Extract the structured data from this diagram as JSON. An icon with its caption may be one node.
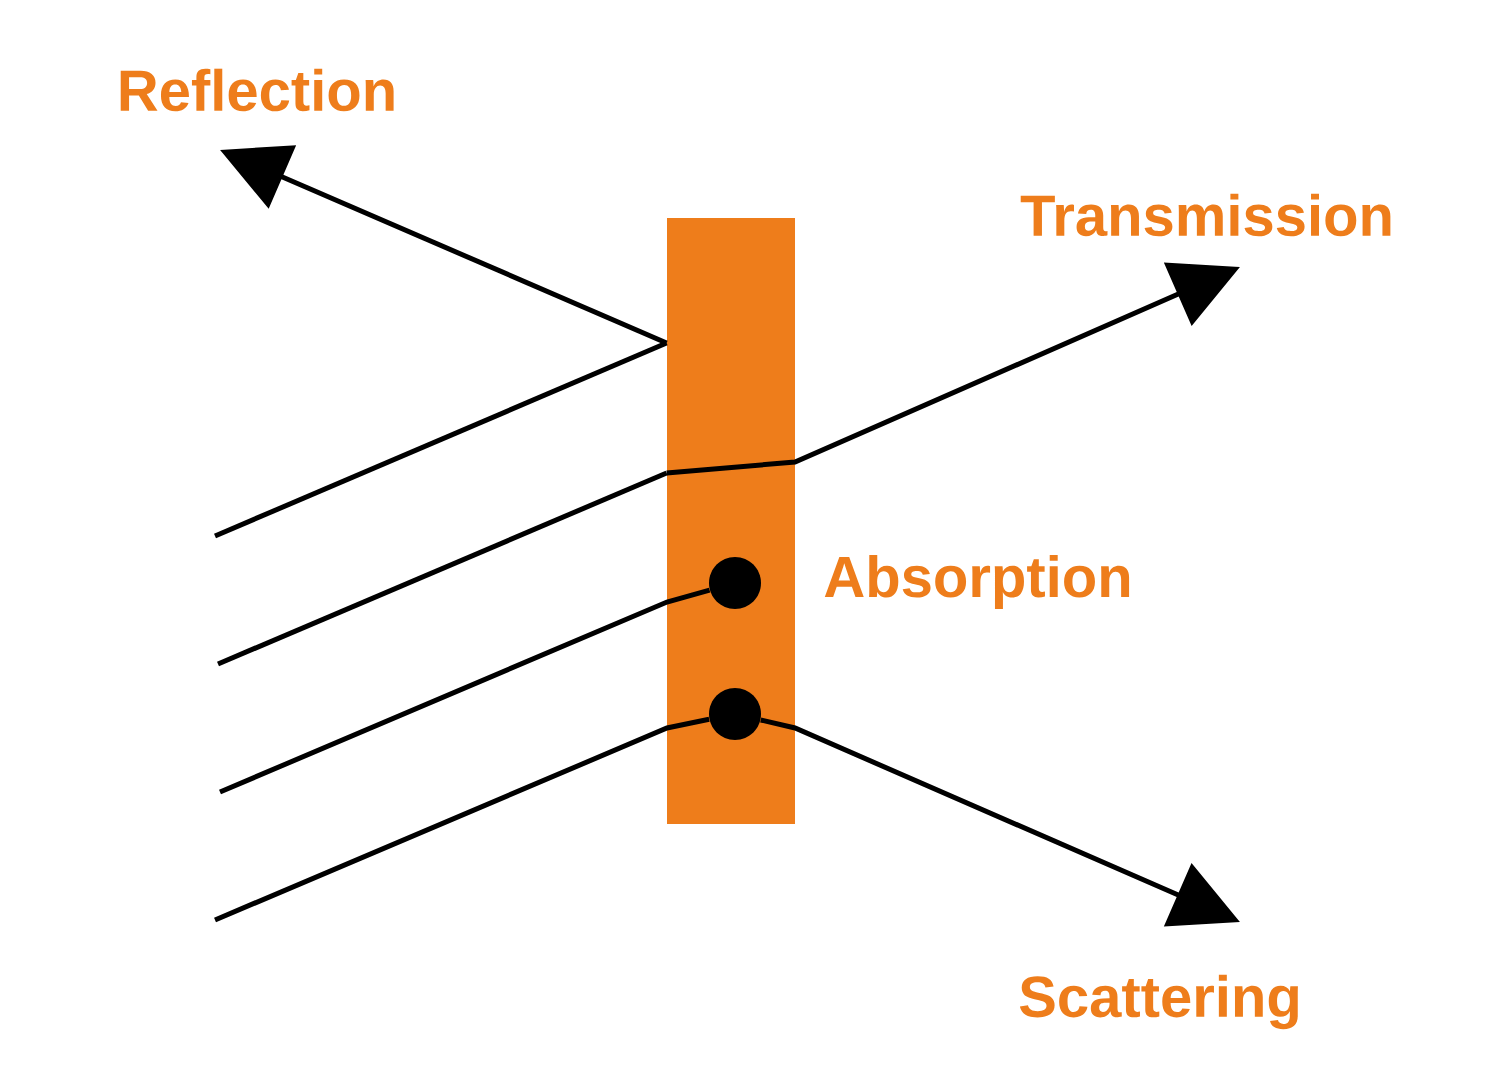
{
  "diagram": {
    "nodes": [
      {
        "text": [],
        "shape": "bar"
      },
      {
        "text": [],
        "shape": "circle",
        "in": 0
      },
      {
        "text": [],
        "shape": "circle",
        "in": 0
      }
    ],
    "edges": [
      {
        "from": null,
        "to": 0,
        "arrow": "none"
      },
      {
        "from": 0,
        "to": null,
        "arrow": "to"
      },
      {
        "from": null,
        "to": 0,
        "arrow": "none"
      },
      {
        "from": 0,
        "to": null,
        "arrow": "to"
      },
      {
        "from": null,
        "to": 1,
        "arrow": "none"
      },
      {
        "from": null,
        "to": 2,
        "arrow": "none"
      },
      {
        "from": 2,
        "to": null,
        "arrow": "to"
      }
    ],
    "labels": [
      "Reflection",
      "Transmission",
      "Absorption",
      "Scattering"
    ]
  }
}
